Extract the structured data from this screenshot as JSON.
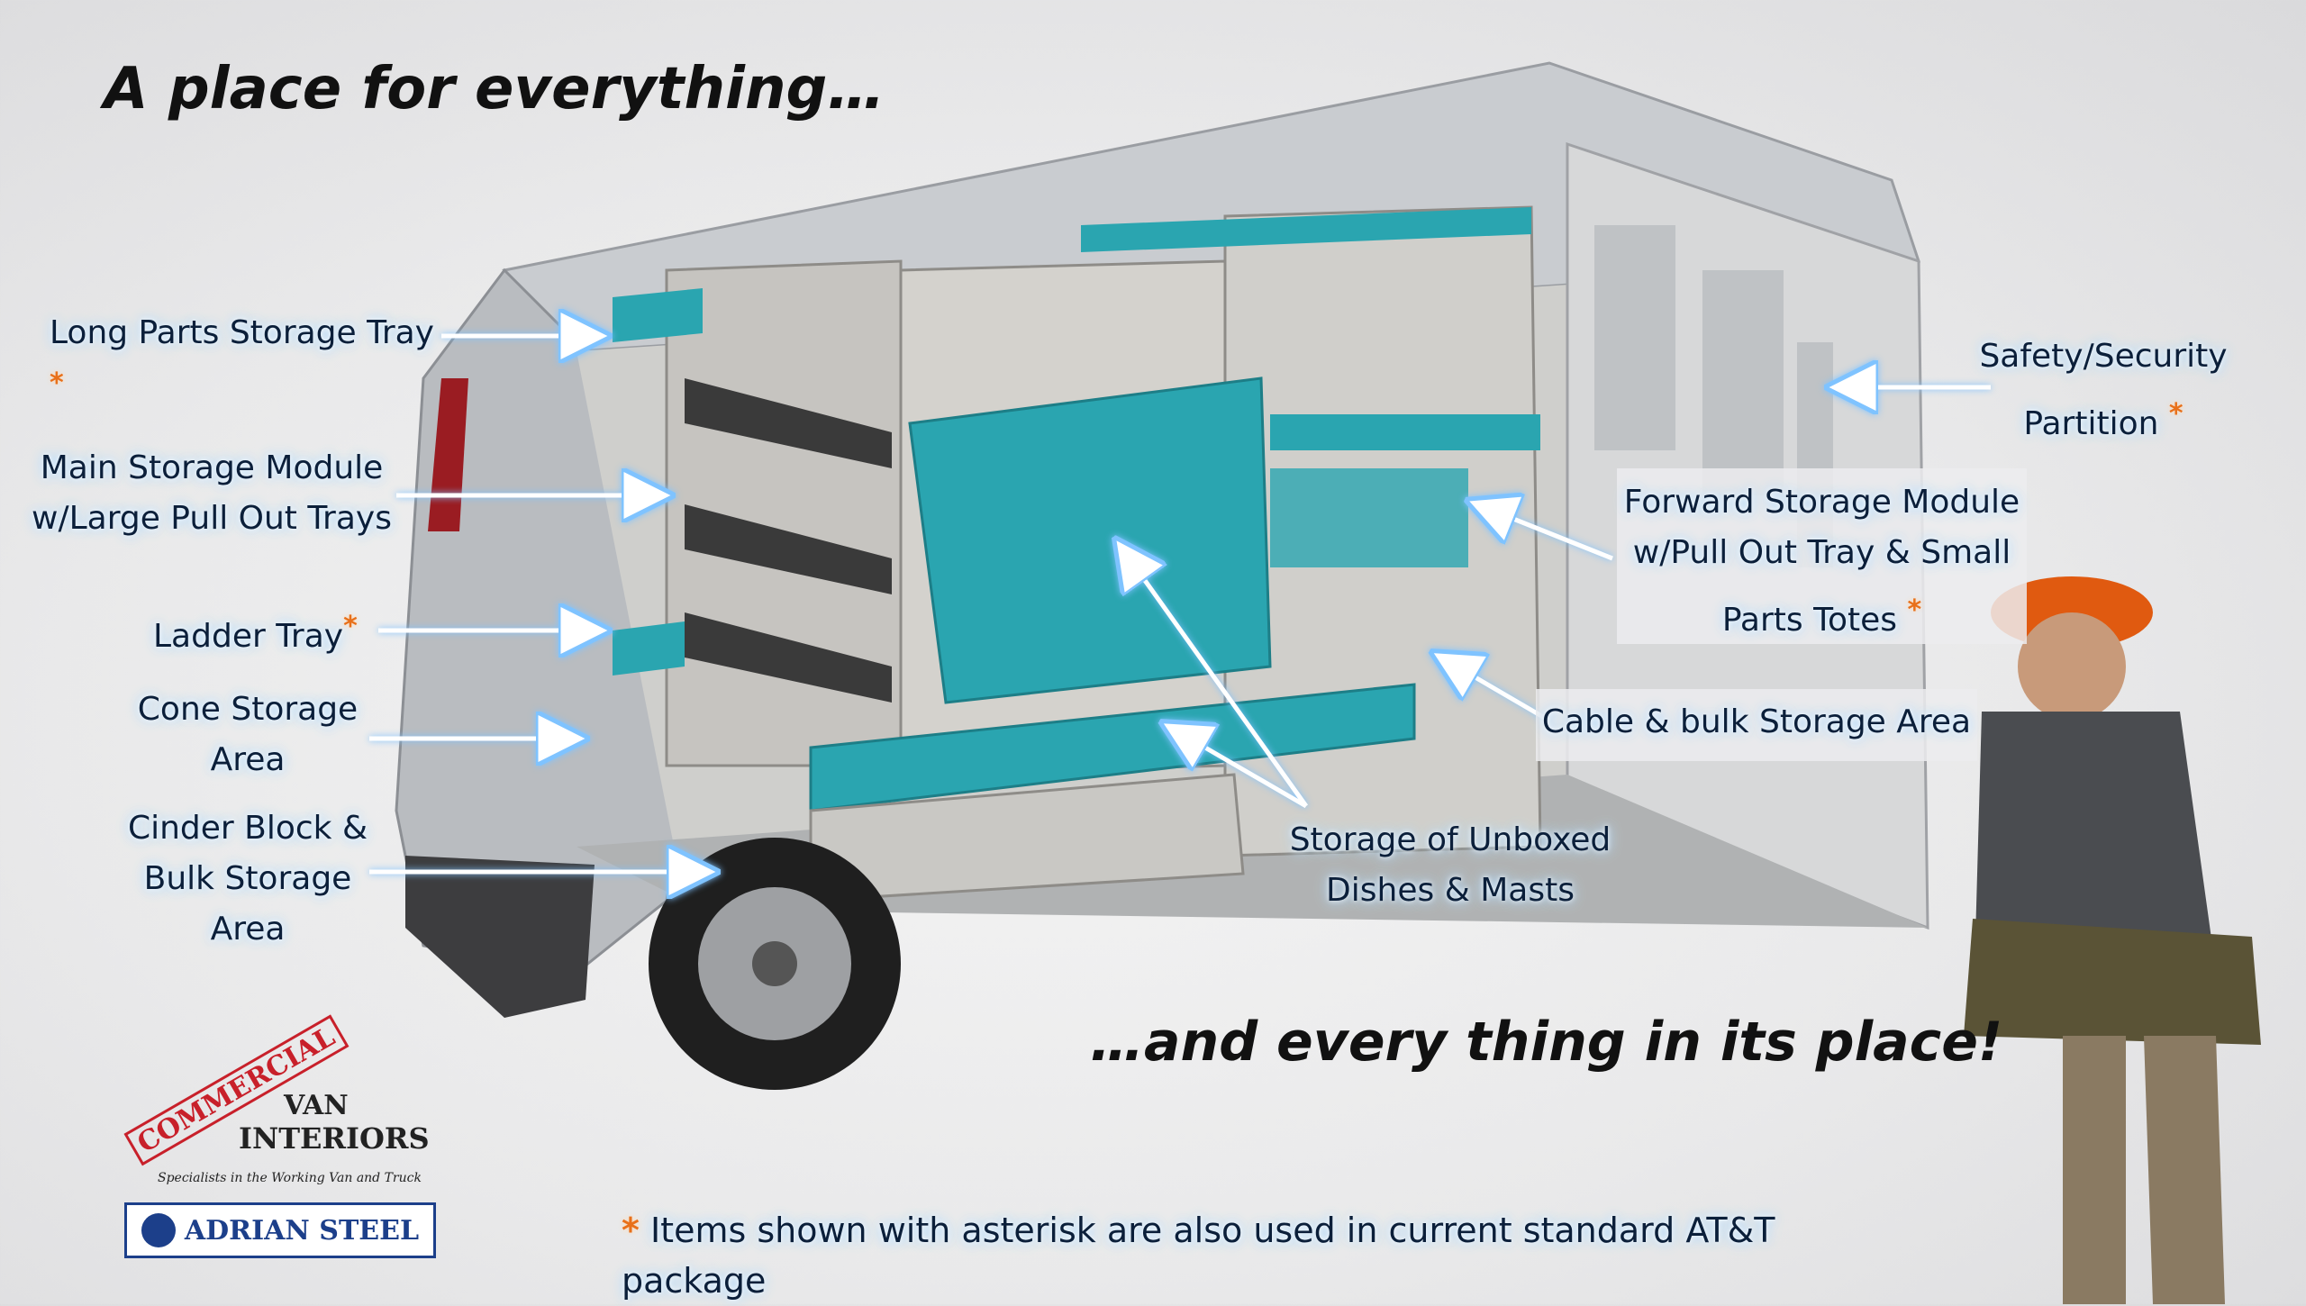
{
  "title": "A place for everything…",
  "tagline": "…and every thing in its place!",
  "labels": {
    "long_parts": "Long Parts Storage Tray",
    "main_storage_1": "Main Storage Module",
    "main_storage_2": "w/Large Pull Out Trays",
    "ladder": "Ladder Tray",
    "cone_1": "Cone Storage",
    "cone_2": "Area",
    "cinder_1": "Cinder Block &",
    "cinder_2": "Bulk Storage",
    "cinder_3": "Area",
    "safety_1": "Safety/Security",
    "safety_2": "Partition",
    "forward_1": "Forward Storage Module",
    "forward_2": "w/Pull Out Tray & Small",
    "forward_3": "Parts Totes",
    "cable": "Cable & bulk Storage Area",
    "unboxed_1": "Storage of Unboxed",
    "unboxed_2": "Dishes & Masts"
  },
  "asterisk": "*",
  "footnote": "Items shown with asterisk are also used in current standard AT&T package",
  "logo_cvi": {
    "stamp": "COMMERCIAL",
    "line1": "VAN",
    "line2": "INTERIORS",
    "tagline": "Specialists in the Working Van and Truck"
  },
  "logo_adrian": "ADRIAN STEEL",
  "colors": {
    "teal": "#2aa5b0",
    "text": "#0b1f3a",
    "asterisk": "#e8701a",
    "stamp": "#c8202a"
  }
}
